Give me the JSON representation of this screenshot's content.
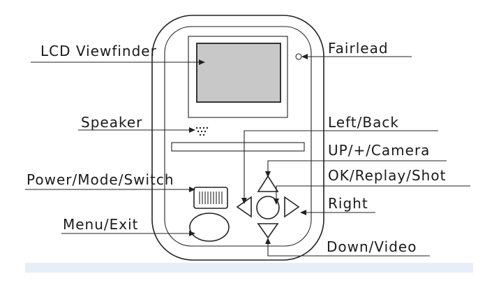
{
  "labels": {
    "lcd_viewfinder": "LCD Viewfinder",
    "speaker": "Speaker",
    "power_mode_switch": "Power/Mode/Switch",
    "menu_exit": "Menu/Exit",
    "fairlead": "Fairlead",
    "left_back": "Left/Back",
    "up_camera": "UP/+/Camera",
    "ok_replay_shot": "OK/Replay/Shot",
    "right": "Right",
    "down_video": "Down/Video"
  },
  "colors": {
    "line": "#222222",
    "screen": "#c8c8c8",
    "band": "#e8eef7"
  }
}
